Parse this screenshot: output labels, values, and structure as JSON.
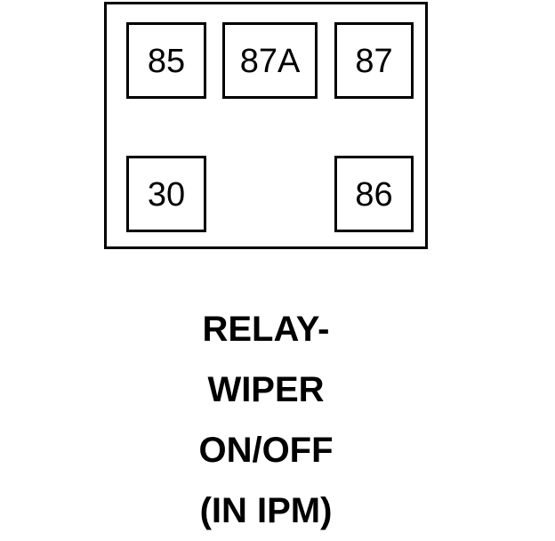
{
  "diagram": {
    "kind": "automotive-relay-terminal-pinout",
    "relay_body": {
      "name": "relay-outline"
    },
    "terminals": [
      {
        "id": "85",
        "label": "85",
        "row": "top",
        "position": "left"
      },
      {
        "id": "87A",
        "label": "87A",
        "row": "top",
        "position": "center"
      },
      {
        "id": "87",
        "label": "87",
        "row": "top",
        "position": "right"
      },
      {
        "id": "30",
        "label": "30",
        "row": "bottom",
        "position": "left"
      },
      {
        "id": "86",
        "label": "86",
        "row": "bottom",
        "position": "right"
      }
    ],
    "caption": {
      "lines": [
        "RELAY-",
        "WIPER",
        "ON/OFF",
        "(IN IPM)"
      ],
      "full_text": "RELAY- WIPER ON/OFF (IN IPM)"
    },
    "colors": {
      "stroke": "#000000",
      "fill": "#ffffff",
      "text": "#000000"
    }
  }
}
